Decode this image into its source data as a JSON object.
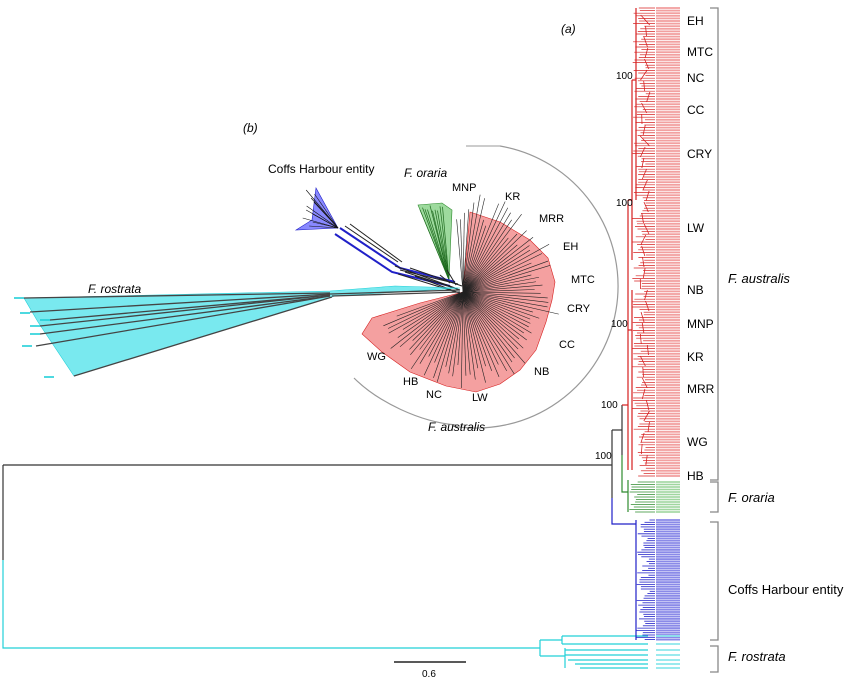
{
  "figure": {
    "panel_a_label": "(a)",
    "panel_b_label": "(b)",
    "scale_bar_value": "0.6",
    "colors": {
      "australis": "#d62020",
      "oraria": "#2e8b2e",
      "coffs": "#2020c8",
      "rostrata": "#22d0d8",
      "backbone": "#333333",
      "bracket": "#888888"
    }
  },
  "panel_a": {
    "bootstraps": [
      "100",
      "100",
      "100",
      "100",
      "100"
    ],
    "population_labels": [
      "EH",
      "MTC",
      "NC",
      "CC",
      "CRY",
      "LW",
      "NB",
      "MNP",
      "KR",
      "MRR",
      "WG",
      "HB"
    ],
    "clades": {
      "australis": "F. australis",
      "oraria": "F. oraria",
      "coffs": "Coffs Harbour entity",
      "rostrata": "F. rostrata"
    }
  },
  "panel_b": {
    "clades": {
      "coffs": "Coffs Harbour entity",
      "oraria": "F. oraria",
      "rostrata": "F. rostrata",
      "australis": "F. australis"
    },
    "population_labels": [
      "MNP",
      "KR",
      "MRR",
      "EH",
      "MTC",
      "CRY",
      "CC",
      "NB",
      "LW",
      "NC",
      "HB",
      "WG"
    ]
  }
}
